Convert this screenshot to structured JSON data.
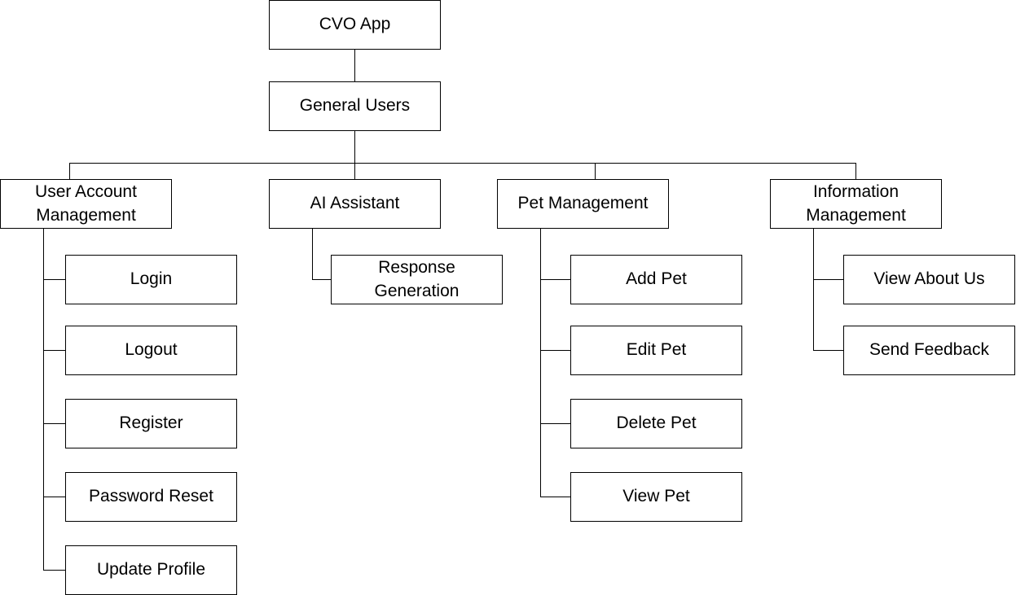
{
  "diagram": {
    "root": "CVO App",
    "users": "General Users",
    "modules": [
      {
        "label": "User Account\nManagement",
        "children": [
          "Login",
          "Logout",
          "Register",
          "Password Reset",
          "Update Profile"
        ]
      },
      {
        "label": "AI Assistant",
        "children": [
          "Response\nGeneration"
        ]
      },
      {
        "label": "Pet Management",
        "children": [
          "Add Pet",
          "Edit Pet",
          "Delete Pet",
          "View Pet"
        ]
      },
      {
        "label": "Information\nManagement",
        "children": [
          "View About Us",
          "Send Feedback"
        ]
      }
    ]
  },
  "colors": {
    "line": "#000000",
    "box_border": "#000000",
    "background": "#ffffff"
  }
}
